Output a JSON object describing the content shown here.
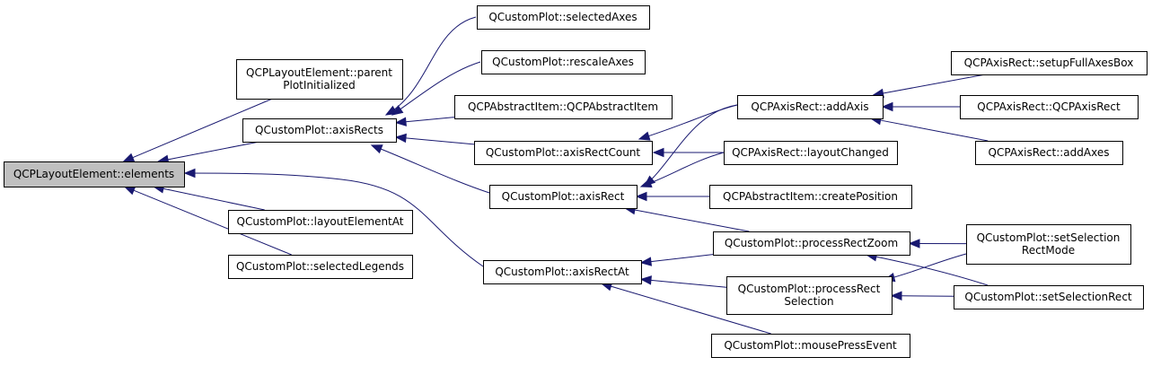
{
  "diagram": {
    "nodes": [
      {
        "id": "n0",
        "lines": [
          "QCPLayoutElement::elements"
        ],
        "root": true
      },
      {
        "id": "n1",
        "lines": [
          "QCPLayoutElement::parent",
          "PlotInitialized"
        ]
      },
      {
        "id": "n2",
        "lines": [
          "QCustomPlot::axisRects"
        ]
      },
      {
        "id": "n3",
        "lines": [
          "QCustomPlot::layoutElementAt"
        ]
      },
      {
        "id": "n4",
        "lines": [
          "QCustomPlot::selectedLegends"
        ]
      },
      {
        "id": "n5",
        "lines": [
          "QCustomPlot::selectedAxes"
        ]
      },
      {
        "id": "n6",
        "lines": [
          "QCustomPlot::rescaleAxes"
        ]
      },
      {
        "id": "n7",
        "lines": [
          "QCPAbstractItem::QCPAbstractItem"
        ]
      },
      {
        "id": "n8",
        "lines": [
          "QCustomPlot::axisRectCount"
        ]
      },
      {
        "id": "n9",
        "lines": [
          "QCustomPlot::axisRect"
        ]
      },
      {
        "id": "n10",
        "lines": [
          "QCustomPlot::axisRectAt"
        ]
      },
      {
        "id": "n11",
        "lines": [
          "QCPAxisRect::addAxis"
        ]
      },
      {
        "id": "n12",
        "lines": [
          "QCPAxisRect::layoutChanged"
        ]
      },
      {
        "id": "n13",
        "lines": [
          "QCPAbstractItem::createPosition"
        ]
      },
      {
        "id": "n14",
        "lines": [
          "QCustomPlot::processRectZoom"
        ]
      },
      {
        "id": "n15",
        "lines": [
          "QCustomPlot::processRect",
          "Selection"
        ]
      },
      {
        "id": "n16",
        "lines": [
          "QCustomPlot::mousePressEvent"
        ]
      },
      {
        "id": "n17",
        "lines": [
          "QCPAxisRect::setupFullAxesBox"
        ]
      },
      {
        "id": "n18",
        "lines": [
          "QCPAxisRect::QCPAxisRect"
        ]
      },
      {
        "id": "n19",
        "lines": [
          "QCPAxisRect::addAxes"
        ]
      },
      {
        "id": "n20",
        "lines": [
          "QCustomPlot::setSelection",
          "RectMode"
        ]
      },
      {
        "id": "n21",
        "lines": [
          "QCustomPlot::setSelectionRect"
        ]
      }
    ],
    "edges": [
      {
        "from": "n1",
        "to": "n0"
      },
      {
        "from": "n2",
        "to": "n0"
      },
      {
        "from": "n3",
        "to": "n0"
      },
      {
        "from": "n4",
        "to": "n0"
      },
      {
        "from": "n10",
        "to": "n0"
      },
      {
        "from": "n5",
        "to": "n2"
      },
      {
        "from": "n6",
        "to": "n2"
      },
      {
        "from": "n7",
        "to": "n2"
      },
      {
        "from": "n8",
        "to": "n2"
      },
      {
        "from": "n9",
        "to": "n2"
      },
      {
        "from": "n11",
        "to": "n8"
      },
      {
        "from": "n12",
        "to": "n8"
      },
      {
        "from": "n11",
        "to": "n9"
      },
      {
        "from": "n12",
        "to": "n9"
      },
      {
        "from": "n13",
        "to": "n9"
      },
      {
        "from": "n14",
        "to": "n9"
      },
      {
        "from": "n14",
        "to": "n10"
      },
      {
        "from": "n15",
        "to": "n10"
      },
      {
        "from": "n16",
        "to": "n10"
      },
      {
        "from": "n17",
        "to": "n11"
      },
      {
        "from": "n18",
        "to": "n11"
      },
      {
        "from": "n19",
        "to": "n11"
      },
      {
        "from": "n20",
        "to": "n14"
      },
      {
        "from": "n21",
        "to": "n14"
      },
      {
        "from": "n20",
        "to": "n15"
      },
      {
        "from": "n21",
        "to": "n15"
      }
    ]
  }
}
